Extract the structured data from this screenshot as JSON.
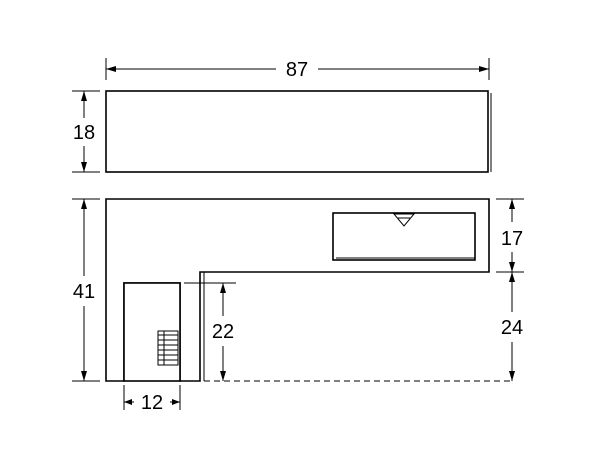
{
  "dimensions": {
    "top_width": "87",
    "top_height": "18",
    "body_height": "41",
    "notch_height": "17",
    "lower_height": "24",
    "slot_height": "22",
    "slot_width": "12"
  }
}
